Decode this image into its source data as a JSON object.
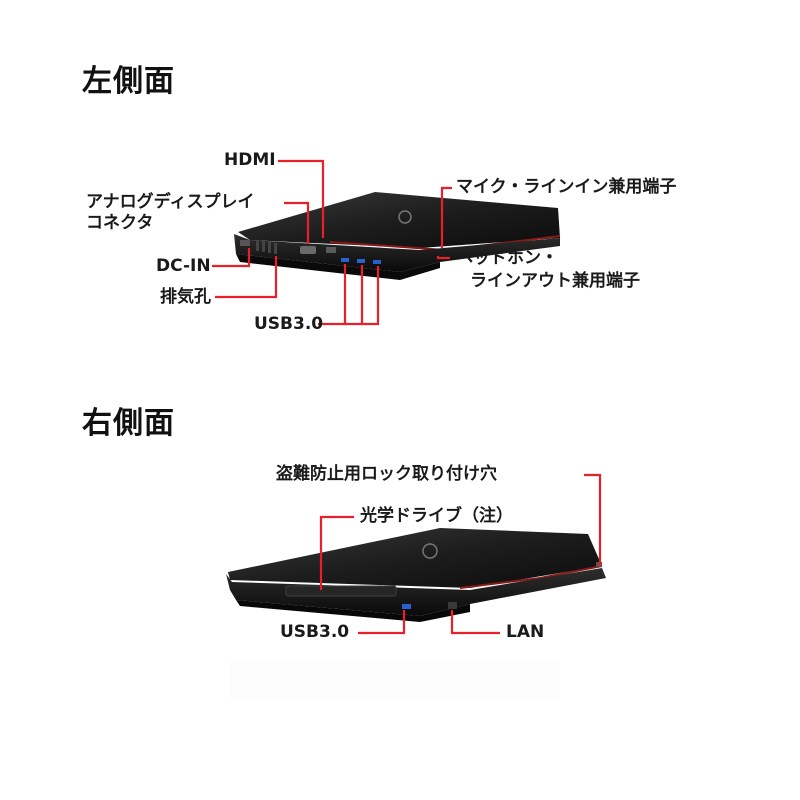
{
  "left_side": {
    "title": "左側面",
    "labels": {
      "hdmi": "HDMI",
      "analog_display_1": "アナログディスプレイ",
      "analog_display_2": "コネクタ",
      "dc_in": "DC-IN",
      "exhaust": "排気孔",
      "usb": "USB3.0",
      "mic_line_in": "マイク・ラインイン兼用端子",
      "headphone_1": "ヘッドホン・",
      "headphone_2": "ラインアウト兼用端子"
    }
  },
  "right_side": {
    "title": "右側面",
    "labels": {
      "security_lock": "盗難防止用ロック取り付け穴",
      "optical_drive": "光学ドライブ（注）",
      "usb": "USB3.0",
      "lan": "LAN"
    }
  },
  "colors": {
    "leader": "#e8202a",
    "laptop_body": "#1c1c1c",
    "laptop_edge": "#8a1a1a"
  }
}
